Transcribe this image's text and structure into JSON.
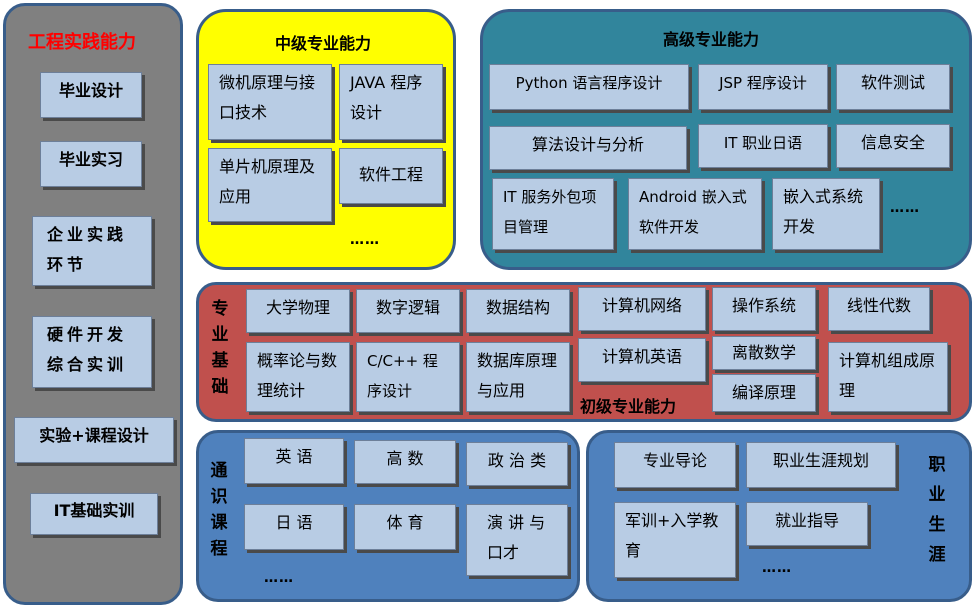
{
  "practice": {
    "title": "工程实践能力",
    "items": [
      "毕业设计",
      "毕业实习",
      "企业实践环节",
      "硬件开发综合实训",
      "实验+课程设计",
      "IT基础实训"
    ],
    "colors": {
      "panel": "#808080",
      "title": "#ff0000"
    }
  },
  "intermediate": {
    "title": "中级专业能力",
    "items": [
      "微机原理与接口技术",
      "JAVA 程序设计",
      "单片机原理及应用",
      "软件工程"
    ],
    "more": "……",
    "colors": {
      "panel": "#ffff00"
    }
  },
  "advanced": {
    "title": "高级专业能力",
    "items": [
      "Python 语言程序设计",
      "JSP 程序设计",
      "软件测试",
      "算法设计与分析",
      "IT 职业日语",
      "信息安全",
      "IT 服务外包项目管理",
      "Android 嵌入式软件开发",
      "嵌入式系统开发"
    ],
    "more": "……",
    "colors": {
      "panel": "#31859c"
    }
  },
  "foundation": {
    "label": "专业基础",
    "items": [
      "大学物理",
      "数字逻辑",
      "数据结构",
      "计算机网络",
      "操作系统",
      "线性代数",
      "概率论与数理统计",
      "C/C++ 程序设计",
      "数据库原理与应用",
      "计算机英语",
      "离散数学",
      "编译原理",
      "计算机组成原理"
    ],
    "primary_label": "初级专业能力",
    "colors": {
      "panel": "#c0504d"
    }
  },
  "general": {
    "label": "通识课程",
    "items": [
      "英 语",
      "高 数",
      "政 治 类",
      "日 语",
      "体 育",
      "演 讲 与口才"
    ],
    "more": "……",
    "colors": {
      "panel": "#4f81bd"
    }
  },
  "career": {
    "label": "职业生涯",
    "items": [
      "专业导论",
      "职业生涯规划",
      "军训+入学教育",
      "就业指导"
    ],
    "more": "……",
    "colors": {
      "panel": "#4f81bd"
    }
  }
}
